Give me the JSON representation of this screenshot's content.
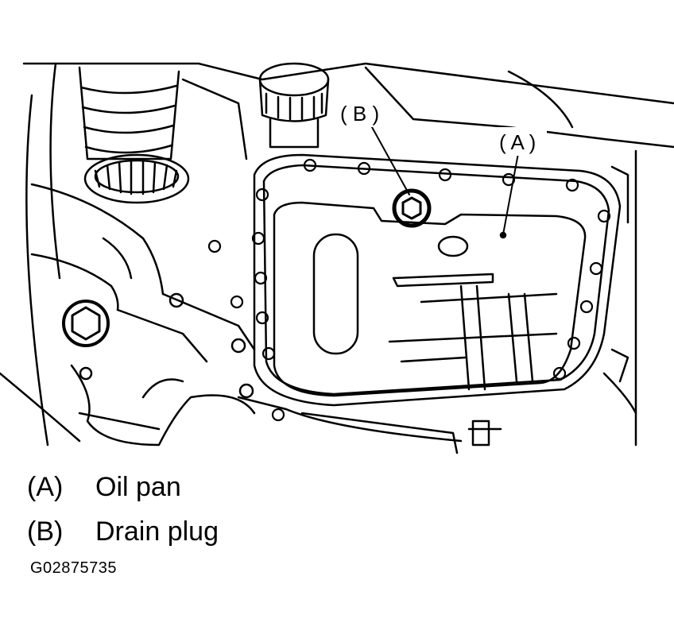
{
  "callouts": [
    {
      "letter": "A",
      "text": "( A )"
    },
    {
      "letter": "B",
      "text": "( B )"
    }
  ],
  "legend": [
    {
      "key": "(A)",
      "label": "Oil pan"
    },
    {
      "key": "(B)",
      "label": "Drain plug"
    }
  ],
  "figure_id": "G02875735"
}
